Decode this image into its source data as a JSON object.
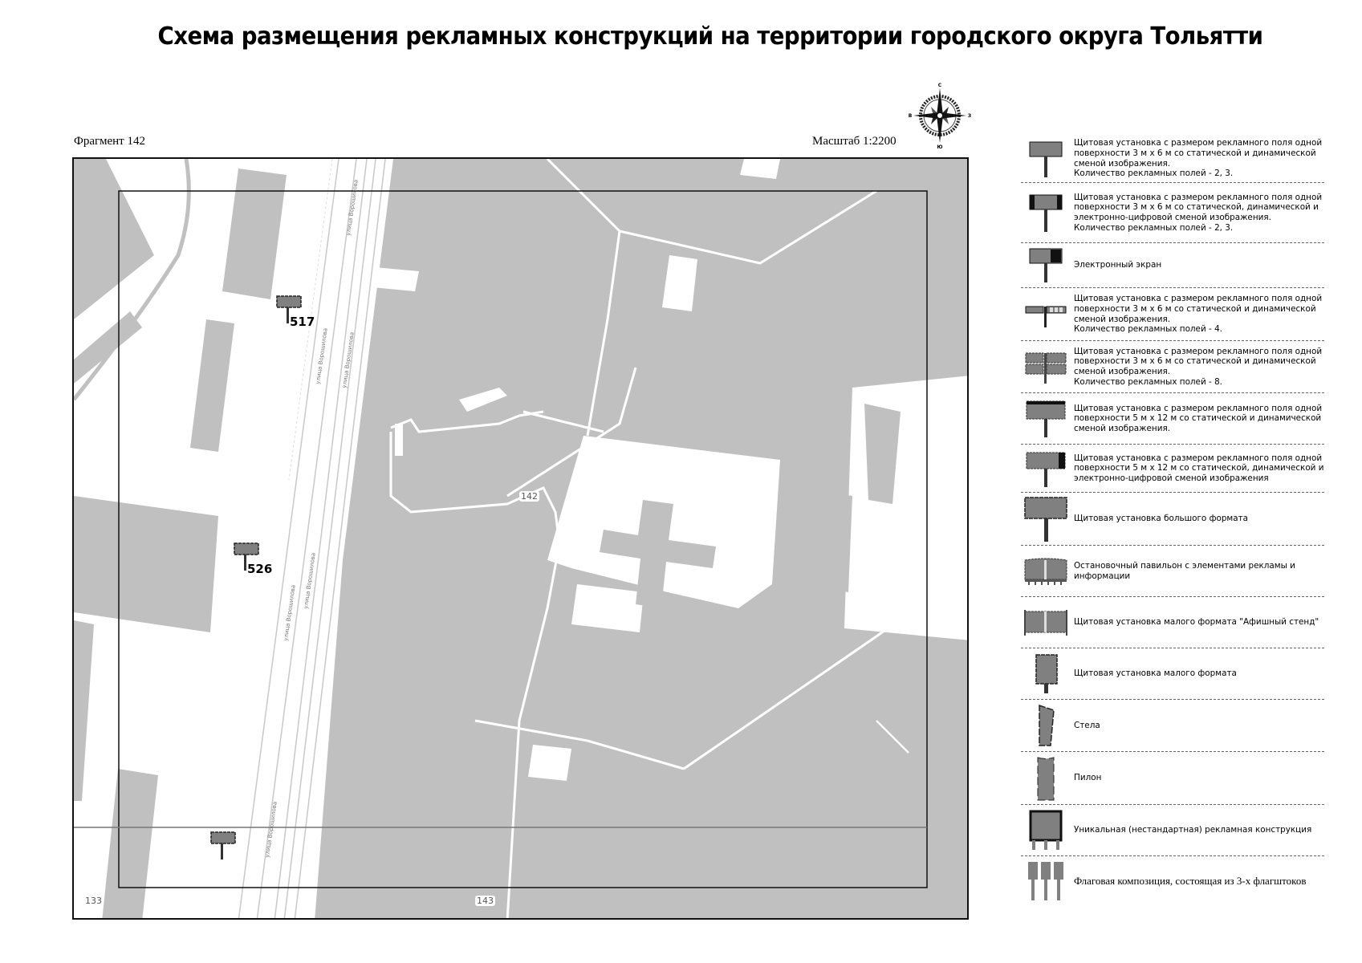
{
  "header": {
    "title": "Схема размещения рекламных конструкций на территории городского округа Тольятти",
    "fragment": "Фрагмент 142",
    "scale": "Масштаб 1:2200"
  },
  "compass": {
    "north": "С",
    "south": "Ю",
    "west": "В",
    "east": "З"
  },
  "map": {
    "colors": {
      "territory": "#c0c0c0",
      "background": "#ffffff",
      "marker_fill": "#808080",
      "frame": "#111111"
    },
    "markers": [
      {
        "id": "517",
        "type": "billboard-3x6"
      },
      {
        "id": "526",
        "type": "billboard-3x6"
      },
      {
        "id": "",
        "type": "billboard-3x6"
      }
    ],
    "adjacent_fragments": {
      "current": "142",
      "south_west": "133",
      "south": "143"
    },
    "streets": [
      "улица Ворошилова",
      "улица Ворошилова",
      "улица Ворошилова",
      "улица Ворошилова",
      "улица Ворошилова",
      "улица Ворошилова"
    ]
  },
  "legend": {
    "items": [
      {
        "icon": "billboard-3x6-static-dynamic-icon",
        "text": "Щитовая установка с размером рекламного поля одной поверхности 3 м х 6 м со статической и динамической сменой изображения.\nКоличество рекламных полей - 2, 3."
      },
      {
        "icon": "billboard-3x6-digital-icon",
        "text": "Щитовая установка с размером рекламного поля одной поверхности 3 м х 6 м со статической, динамической и электронно-цифровой сменой изображения.\nКоличество рекламных полей - 2, 3."
      },
      {
        "icon": "electronic-screen-icon",
        "text": "Электронный экран"
      },
      {
        "icon": "billboard-3x6-four-fields-icon",
        "text": "Щитовая установка с размером рекламного поля одной поверхности 3 м х 6 м со статической и динамической сменой изображения.\nКоличество рекламных полей - 4."
      },
      {
        "icon": "billboard-3x6-eight-fields-icon",
        "text": "Щитовая установка с размером рекламного поля одной поверхности 3 м х 6 м со статической и динамической сменой изображения.\nКоличество рекламных полей - 8."
      },
      {
        "icon": "billboard-5x12-icon",
        "text": "Щитовая установка с размером рекламного поля одной поверхности 5 м х 12 м со статической и динамической сменой изображения."
      },
      {
        "icon": "billboard-5x12-digital-icon",
        "text": "Щитовая установка с размером рекламного поля одной поверхности 5 м х 12 м со статической, динамической и электронно-цифровой сменой изображения"
      },
      {
        "icon": "large-format-billboard-icon",
        "text": "Щитовая установка большого формата"
      },
      {
        "icon": "bus-stop-pavilion-icon",
        "text": "Остановочный павильон с элементами рекламы и информации"
      },
      {
        "icon": "poster-stand-icon",
        "text": "Щитовая установка малого формата \"Афишный стенд\""
      },
      {
        "icon": "small-format-billboard-icon",
        "text": "Щитовая установка малого формата"
      },
      {
        "icon": "stele-icon",
        "text": "Стела"
      },
      {
        "icon": "pylon-icon",
        "text": "Пилон"
      },
      {
        "icon": "unique-construction-icon",
        "text": "Уникальная (нестандартная) рекламная конструкция"
      },
      {
        "icon": "flag-composition-icon",
        "text": "Флаговая композиция, состоящая из 3-х флагштоков"
      }
    ]
  }
}
